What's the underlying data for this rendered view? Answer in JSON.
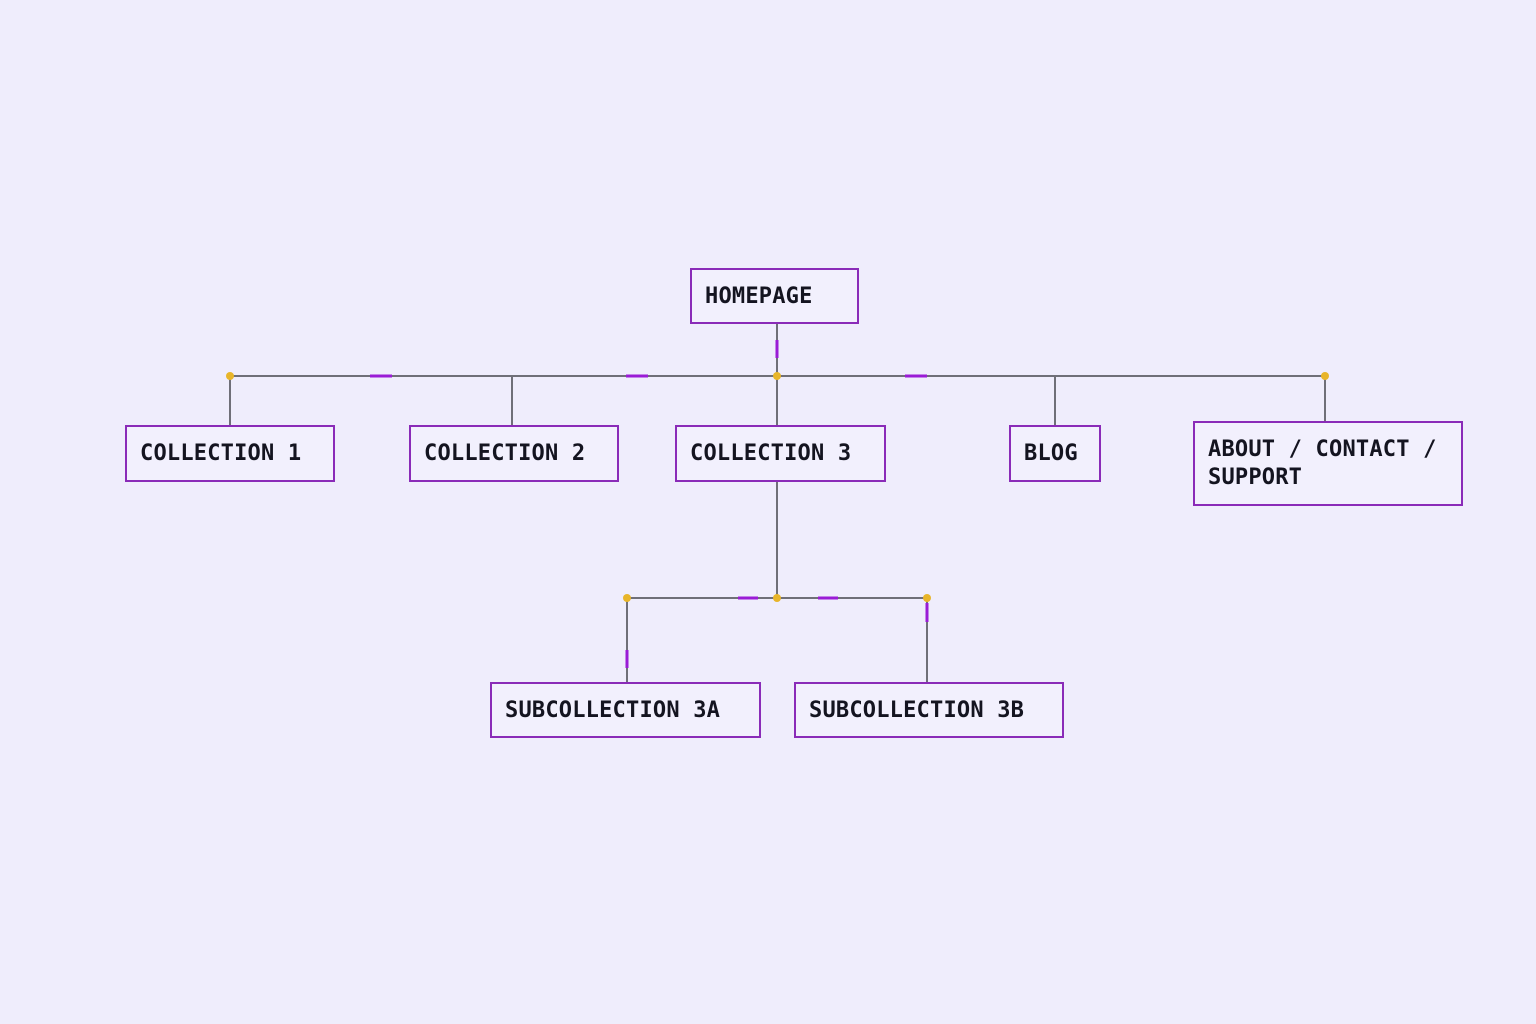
{
  "diagram": {
    "root": {
      "label": "HOMEPAGE"
    },
    "level1": [
      {
        "label": "COLLECTION 1"
      },
      {
        "label": "COLLECTION 2"
      },
      {
        "label": "COLLECTION 3"
      },
      {
        "label": "BLOG"
      },
      {
        "label": "ABOUT / CONTACT / SUPPORT"
      }
    ],
    "level2": [
      {
        "label": "SUBCOLLECTION 3A"
      },
      {
        "label": "SUBCOLLECTION 3B"
      }
    ]
  },
  "colors": {
    "background": "#efedfc",
    "node_border": "#8a2bb8",
    "connector": "#6f6f78",
    "accent": "#9a1bd6",
    "junction": "#e8b52a"
  }
}
